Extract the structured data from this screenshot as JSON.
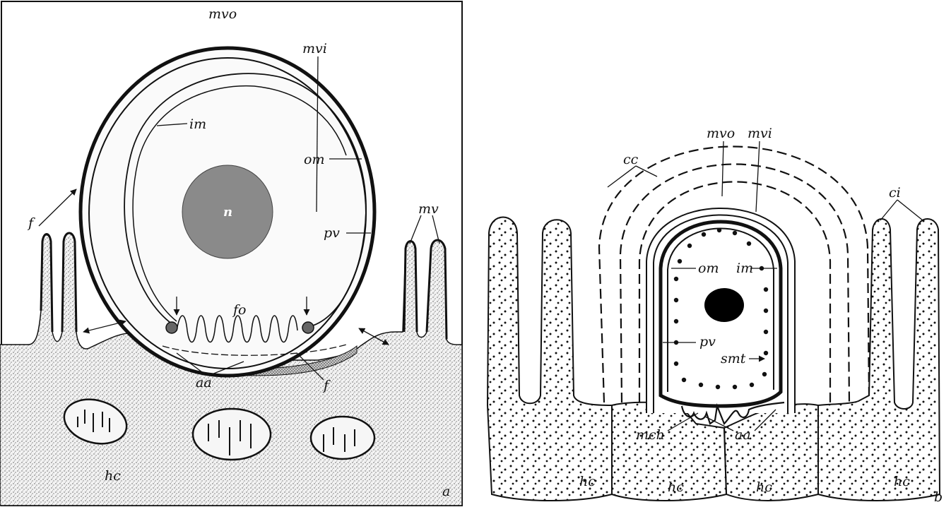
{
  "panel_a": {
    "panel_letter": "a",
    "labels": {
      "mvo": "mvo",
      "mvi": "mvi",
      "im": "im",
      "om": "om",
      "n": "n",
      "pv": "pv",
      "f_top": "f",
      "mv": "mv",
      "fo": "fo",
      "f_bottom": "f",
      "aa": "aa",
      "hc": "hc"
    }
  },
  "panel_b": {
    "panel_letter": "b",
    "labels": {
      "mvo": "mvo",
      "mvi": "mvi",
      "cc": "cc",
      "ci": "ci",
      "om": "om",
      "im": "im",
      "pv": "pv",
      "smt": "smt",
      "mch": "mch",
      "aa": "aa",
      "hc1": "hc",
      "hc2": "hc",
      "hc3": "hc",
      "hc4": "hc"
    }
  },
  "colors": {
    "ink": "#111111",
    "nucleus_a": "#888888",
    "nucleus_b": "#000000",
    "background": "#ffffff"
  }
}
